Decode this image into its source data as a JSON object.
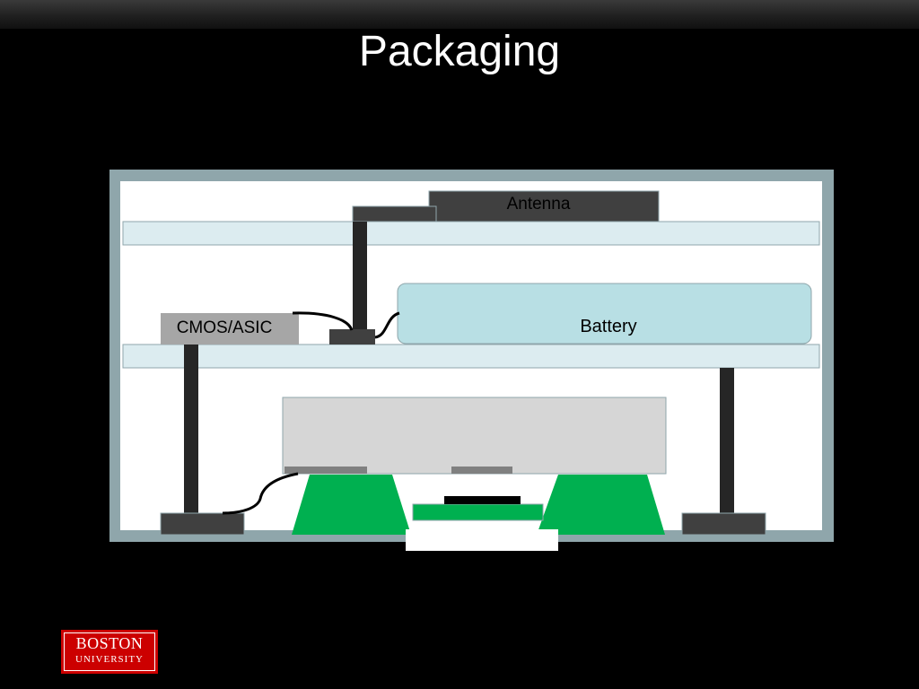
{
  "slide": {
    "title": "Packaging"
  },
  "diagram": {
    "labels": {
      "antenna": "Antenna",
      "battery": "Battery",
      "chip": "CMOS/ASIC"
    }
  },
  "logo": {
    "line1": "BOSTON",
    "line2": "UNIVERSITY"
  },
  "colors": {
    "background": "#000000",
    "enclosure_frame": "#8fa6ab",
    "board": "#dcecf0",
    "battery": "#b8dfe4",
    "dark_part": "#404040",
    "pillar": "#262626",
    "sensor_chip": "#d6d6d6",
    "green_support": "#00b050",
    "logo_red": "#cc0000"
  }
}
